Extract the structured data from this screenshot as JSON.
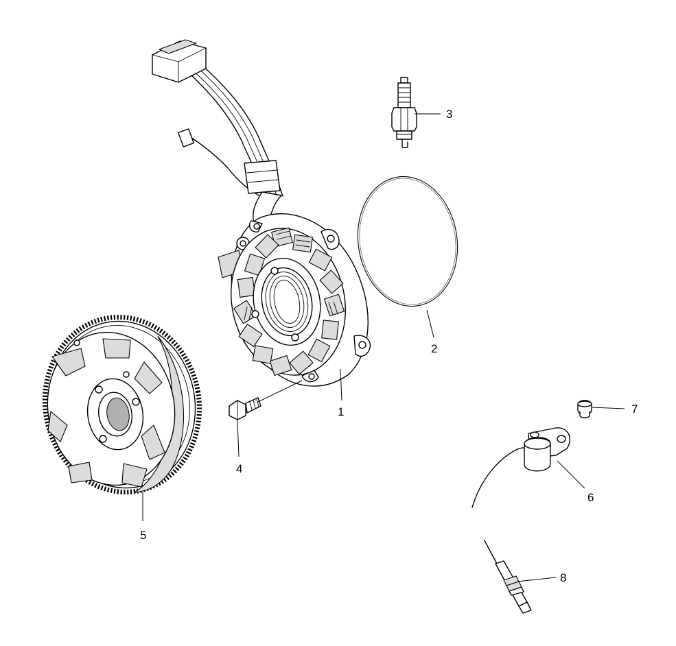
{
  "parts": [
    {
      "number": "1",
      "part": "stator"
    },
    {
      "number": "2",
      "part": "gasket"
    },
    {
      "number": "3",
      "part": "spark-plug"
    },
    {
      "number": "4",
      "part": "screw"
    },
    {
      "number": "5",
      "part": "flywheel"
    },
    {
      "number": "6",
      "part": "pickup-coil"
    },
    {
      "number": "7",
      "part": "screw"
    },
    {
      "number": "8",
      "part": "sensor"
    }
  ],
  "colors": {
    "line": "#000000",
    "background": "#ffffff"
  }
}
